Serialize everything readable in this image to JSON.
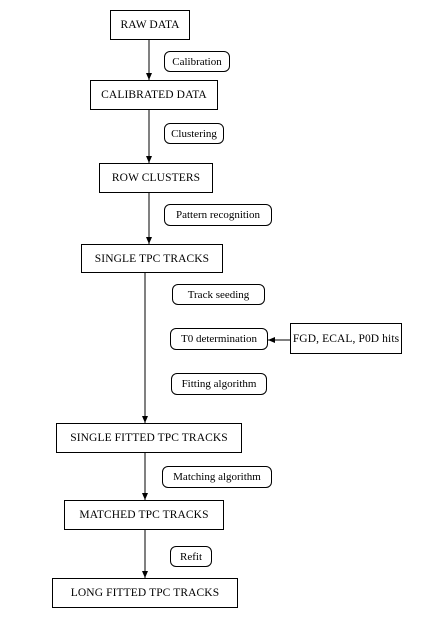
{
  "flow": {
    "raw_data": "RAW DATA",
    "calibration": "Calibration",
    "calibrated_data": "CALIBRATED DATA",
    "clustering": "Clustering",
    "row_clusters": "ROW CLUSTERS",
    "pattern_recognition": "Pattern recognition",
    "single_tpc_tracks": "SINGLE TPC TRACKS",
    "track_seeding": "Track seeding",
    "t0_determination": "T0 determination",
    "external_hits": "FGD, ECAL, P0D hits",
    "fitting_algorithm": "Fitting algorithm",
    "single_fitted_tpc_tracks": "SINGLE FITTED TPC TRACKS",
    "matching_algorithm": "Matching algorithm",
    "matched_tpc_tracks": "MATCHED TPC TRACKS",
    "refit": "Refit",
    "long_fitted_tpc_tracks": "LONG  FITTED TPC TRACKS"
  }
}
